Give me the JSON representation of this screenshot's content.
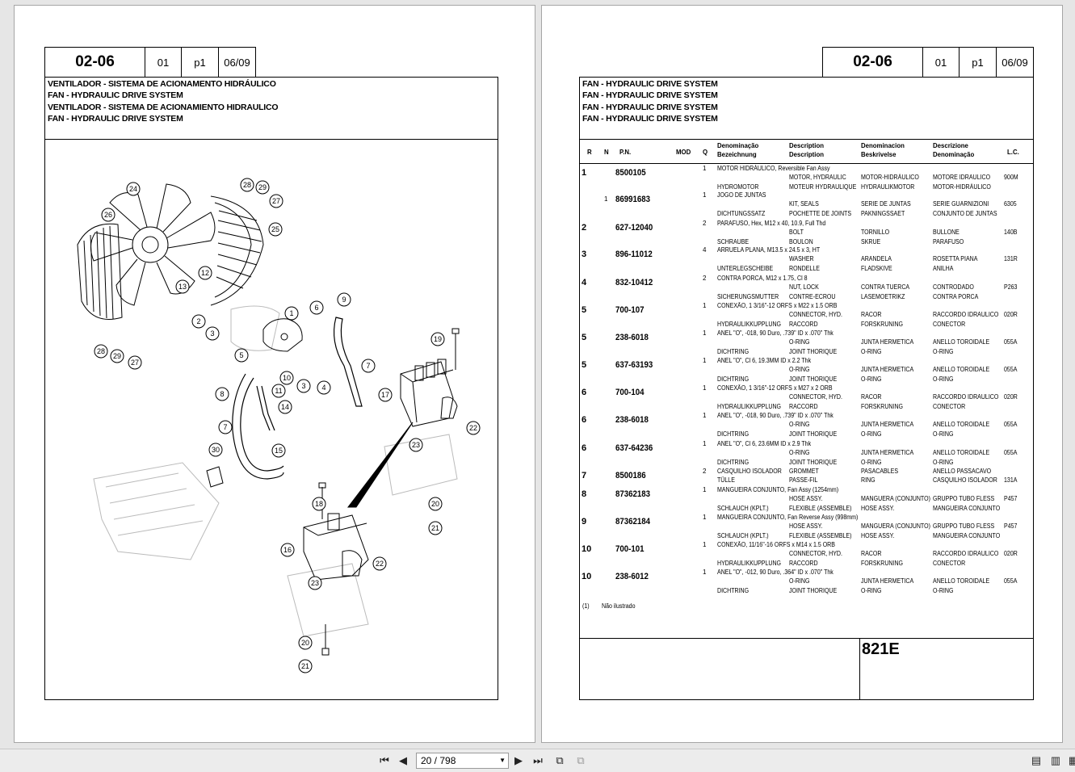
{
  "header": {
    "code": "02-06",
    "rev": "01",
    "page": "p1",
    "date": "06/09"
  },
  "left_titles": [
    "VENTILADOR - SISTEMA DE ACIONAMENTO HIDRÁULICO",
    "FAN - HYDRAULIC DRIVE SYSTEM",
    "VENTILADOR - SISTEMA DE ACIONAMIENTO HIDRAULICO",
    "FAN - HYDRAULIC DRIVE SYSTEM"
  ],
  "right_titles": [
    "FAN - HYDRAULIC DRIVE SYSTEM",
    "FAN - HYDRAULIC DRIVE SYSTEM",
    "FAN - HYDRAULIC DRIVE SYSTEM",
    "FAN - HYDRAULIC DRIVE SYSTEM"
  ],
  "columns": {
    "r": "R",
    "n": "N",
    "pn": "P.N.",
    "mod": "MOD",
    "q": "Q",
    "c1a": "Denominação",
    "c1b": "Bezeichnung",
    "c2a": "Description",
    "c2b": "Description",
    "c3a": "Denominacion",
    "c3b": "Beskrivelse",
    "c4a": "Descrizione",
    "c4b": "Denominação",
    "lc": "L.C."
  },
  "rows": [
    {
      "r": "1",
      "n": "",
      "pn": "8500105",
      "q": "1",
      "d1": "MOTOR HIDRÁULICO, Reversible Fan Assy",
      "de": "HYDROMOTOR",
      "en": "MOTOR, HYDRAULIC",
      "fr": "MOTEUR HYDRAULIQUE",
      "es": "MOTOR-HIDRÁULICO",
      "no": "HYDRAULIKMOTOR",
      "it": "MOTORE IDRAULICO",
      "pt": "MOTOR-HIDRÁULICO",
      "lc": "900M"
    },
    {
      "r": "",
      "n": "1",
      "pn": "86991683",
      "q": "1",
      "d1": "JOGO DE JUNTAS",
      "de": "DICHTUNGSSATZ",
      "en": "KIT, SEALS",
      "fr": "POCHETTE DE JOINTS",
      "es": "SERIE DE JUNTAS",
      "no": "PAKNINGSSAET",
      "it": "SERIE GUARNIZIONI",
      "pt": "CONJUNTO DE JUNTAS",
      "lc": "6305"
    },
    {
      "r": "2",
      "n": "",
      "pn": "627-12040",
      "q": "2",
      "d1": "PARAFUSO, Hex, M12 x 40, 10.9, Full Thd",
      "de": "SCHRAUBE",
      "en": "BOLT",
      "fr": "BOULON",
      "es": "TORNILLO",
      "no": "SKRUE",
      "it": "BULLONE",
      "pt": "PARAFUSO",
      "lc": "140B"
    },
    {
      "r": "3",
      "n": "",
      "pn": "896-11012",
      "q": "4",
      "d1": "ARRUELA PLANA, M13.5 x 24.5 x 3, HT",
      "de": "UNTERLEGSCHEIBE",
      "en": "WASHER",
      "fr": "RONDELLE",
      "es": "ARANDELA",
      "no": "FLADSKIVE",
      "it": "ROSETTA PIANA",
      "pt": "ANILHA",
      "lc": "131R"
    },
    {
      "r": "4",
      "n": "",
      "pn": "832-10412",
      "q": "2",
      "d1": "CONTRA PORCA, M12 x 1.75, Cl 8",
      "de": "SICHERUNGSMUTTER",
      "en": "NUT, LOCK",
      "fr": "CONTRE-ECROU",
      "es": "CONTRA TUERCA",
      "no": "LASEMOETRIKZ",
      "it": "CONTRODADO",
      "pt": "CONTRA PORCA",
      "lc": "P263"
    },
    {
      "r": "5",
      "n": "",
      "pn": "700-107",
      "q": "1",
      "d1": "CONEXÃO, 1 3/16\"-12 ORFS x M22 x 1.5 ORB",
      "de": "HYDRAULIKKUPPLUNG",
      "en": "CONNECTOR, HYD.",
      "fr": "RACCORD",
      "es": "RACOR",
      "no": "FORSKRUNING",
      "it": "RACCORDO IDRAULICO",
      "pt": "CONECTOR",
      "lc": "020R"
    },
    {
      "r": "5",
      "n": "",
      "pn": "238-6018",
      "q": "1",
      "d1": "ANEL \"O\", -018, 90 Duro, .739\" ID x .070\" Thk",
      "de": "DICHTRING",
      "en": "O-RING",
      "fr": "JOINT THORIQUE",
      "es": "JUNTA HERMETICA",
      "no": "O-RING",
      "it": "ANELLO TOROIDALE",
      "pt": "O-RING",
      "lc": "055A"
    },
    {
      "r": "5",
      "n": "",
      "pn": "637-63193",
      "q": "1",
      "d1": "ANEL \"O\", Cl 6, 19.3MM ID x 2.2 Thk",
      "de": "DICHTRING",
      "en": "O-RING",
      "fr": "JOINT THORIQUE",
      "es": "JUNTA HERMETICA",
      "no": "O-RING",
      "it": "ANELLO TOROIDALE",
      "pt": "O-RING",
      "lc": "055A"
    },
    {
      "r": "6",
      "n": "",
      "pn": "700-104",
      "q": "1",
      "d1": "CONEXÃO, 1 3/16\"-12 ORFS x M27 x 2 ORB",
      "de": "HYDRAULIKKUPPLUNG",
      "en": "CONNECTOR, HYD.",
      "fr": "RACCORD",
      "es": "RACOR",
      "no": "FORSKRUNING",
      "it": "RACCORDO IDRAULICO",
      "pt": "CONECTOR",
      "lc": "020R"
    },
    {
      "r": "6",
      "n": "",
      "pn": "238-6018",
      "q": "1",
      "d1": "ANEL \"O\", -018, 90 Duro, .739\" ID x .070\" Thk",
      "de": "DICHTRING",
      "en": "O-RING",
      "fr": "JOINT THORIQUE",
      "es": "JUNTA HERMETICA",
      "no": "O-RING",
      "it": "ANELLO TOROIDALE",
      "pt": "O-RING",
      "lc": "055A"
    },
    {
      "r": "6",
      "n": "",
      "pn": "637-64236",
      "q": "1",
      "d1": "ANEL \"O\", Cl 6, 23.6MM ID x 2.9 Thk",
      "de": "DICHTRING",
      "en": "O-RING",
      "fr": "JOINT THORIQUE",
      "es": "JUNTA HERMETICA",
      "no": "O-RING",
      "it": "ANELLO TOROIDALE",
      "pt": "O-RING",
      "lc": "055A"
    },
    {
      "r": "7",
      "n": "",
      "pn": "8500186",
      "q": "2",
      "d1": "",
      "de": "TÜLLE",
      "en": "GROMMET",
      "fr": "PASSE-FIL",
      "es": "PASACABLES",
      "no": "RING",
      "it": "ANELLO PASSACAVO",
      "pt": "CASQUILHO ISOLADOR",
      "lc": "131A",
      "pt_left": "CASQUILHO ISOLADOR"
    },
    {
      "r": "8",
      "n": "",
      "pn": "87362183",
      "q": "1",
      "d1": "MANGUEIRA CONJUNTO, Fan Assy (1254mm)",
      "de": "SCHLAUCH (KPLT.)",
      "en": "HOSE ASSY.",
      "fr": "FLEXIBLE (ASSEMBLE)",
      "es": "MANGUERA (CONJUNTO)",
      "no": "HOSE ASSY.",
      "it": "GRUPPO TUBO FLESS",
      "pt": "MANGUEIRA CONJUNTO",
      "lc": "P457"
    },
    {
      "r": "9",
      "n": "",
      "pn": "87362184",
      "q": "1",
      "d1": "MANGUEIRA CONJUNTO, Fan Reverse Assy (998mm)",
      "de": "SCHLAUCH (KPLT.)",
      "en": "HOSE ASSY.",
      "fr": "FLEXIBLE (ASSEMBLE)",
      "es": "MANGUERA (CONJUNTO)",
      "no": "HOSE ASSY.",
      "it": "GRUPPO TUBO FLESS",
      "pt": "MANGUEIRA CONJUNTO",
      "lc": "P457"
    },
    {
      "r": "10",
      "n": "",
      "pn": "700-101",
      "q": "1",
      "d1": "CONEXÃO, 11/16\"-16 ORFS x M14 x 1.5 ORB",
      "de": "HYDRAULIKKUPPLUNG",
      "en": "CONNECTOR, HYD.",
      "fr": "RACCORD",
      "es": "RACOR",
      "no": "FORSKRUNING",
      "it": "RACCORDO IDRAULICO",
      "pt": "CONECTOR",
      "lc": "020R"
    },
    {
      "r": "10",
      "n": "",
      "pn": "238-6012",
      "q": "1",
      "d1": "ANEL \"O\", -012, 90 Duro, .364\" ID x .070\" Thk",
      "de": "DICHTRING",
      "en": "O-RING",
      "fr": "JOINT THORIQUE",
      "es": "JUNTA HERMETICA",
      "no": "O-RING",
      "it": "ANELLO TOROIDALE",
      "pt": "O-RING",
      "lc": "055A"
    }
  ],
  "footnote": {
    "mark": "(1)",
    "text": "Não ilustrado"
  },
  "model": "821E",
  "diagram_callouts": [
    "1",
    "2",
    "3",
    "4",
    "5",
    "6",
    "7",
    "8",
    "9",
    "10",
    "11",
    "12",
    "13",
    "14",
    "15",
    "16",
    "17",
    "18",
    "19",
    "20",
    "21",
    "22",
    "23",
    "24",
    "25",
    "26",
    "27",
    "28",
    "29",
    "30"
  ],
  "toolbar": {
    "page_indicator": "20 / 798"
  }
}
